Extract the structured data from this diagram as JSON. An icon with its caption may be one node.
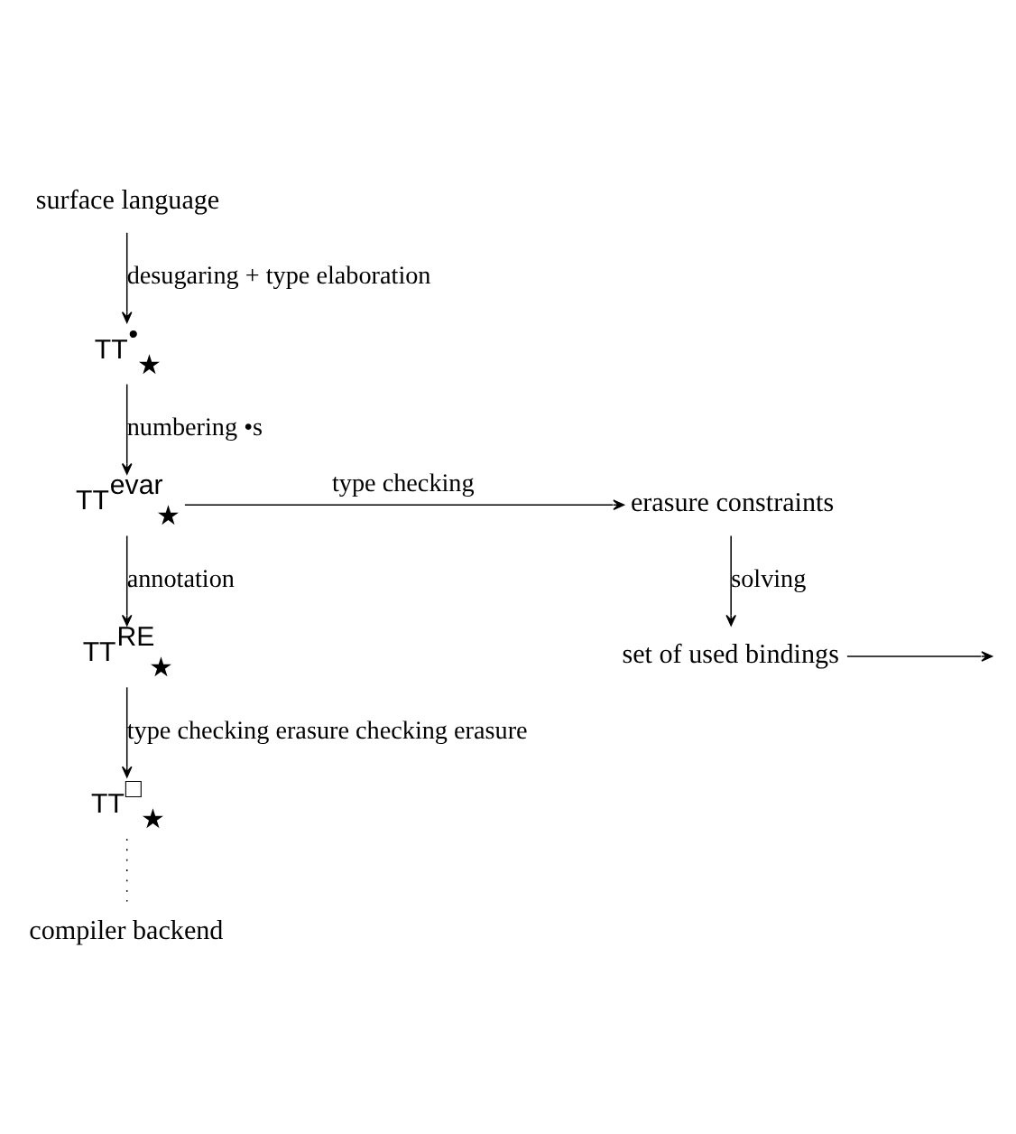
{
  "diagram": {
    "nodes": [
      {
        "text": [
          "surface language"
        ]
      },
      {
        "text": [
          "TT$^{•}$$_{★}$"
        ]
      },
      {
        "text": [
          "TT$^{evar}$$_{★}$"
        ]
      },
      {
        "text": [
          "erasure constraints"
        ]
      },
      {
        "text": [
          "set of used bindings"
        ]
      },
      {
        "text": [
          "TT$^{RE}$$_{★}$"
        ]
      },
      {
        "text": [
          "TT$^{□}$$_{★}$"
        ]
      },
      {
        "text": [
          "compiler backend"
        ]
      }
    ],
    "edges": [
      {
        "from": 0,
        "to": 1,
        "arrow": "to",
        "label": "desugaring + type elaboration"
      },
      {
        "from": 1,
        "to": 2,
        "arrow": "to",
        "label": "numbering •s"
      },
      {
        "from": 2,
        "to": 3,
        "arrow": "to",
        "label": "type checking"
      },
      {
        "from": 3,
        "to": 4,
        "arrow": "to",
        "label": "solving"
      },
      {
        "from": 2,
        "to": 5,
        "arrow": "to",
        "label": "annotation"
      },
      {
        "from": 4,
        "to": null,
        "arrow": "to"
      },
      {
        "from": 5,
        "to": 6,
        "arrow": "to",
        "label": "type checking erasure checking erasure"
      },
      {
        "from": 6,
        "to": 7,
        "arrow": "none",
        "style": "dashed"
      }
    ]
  }
}
